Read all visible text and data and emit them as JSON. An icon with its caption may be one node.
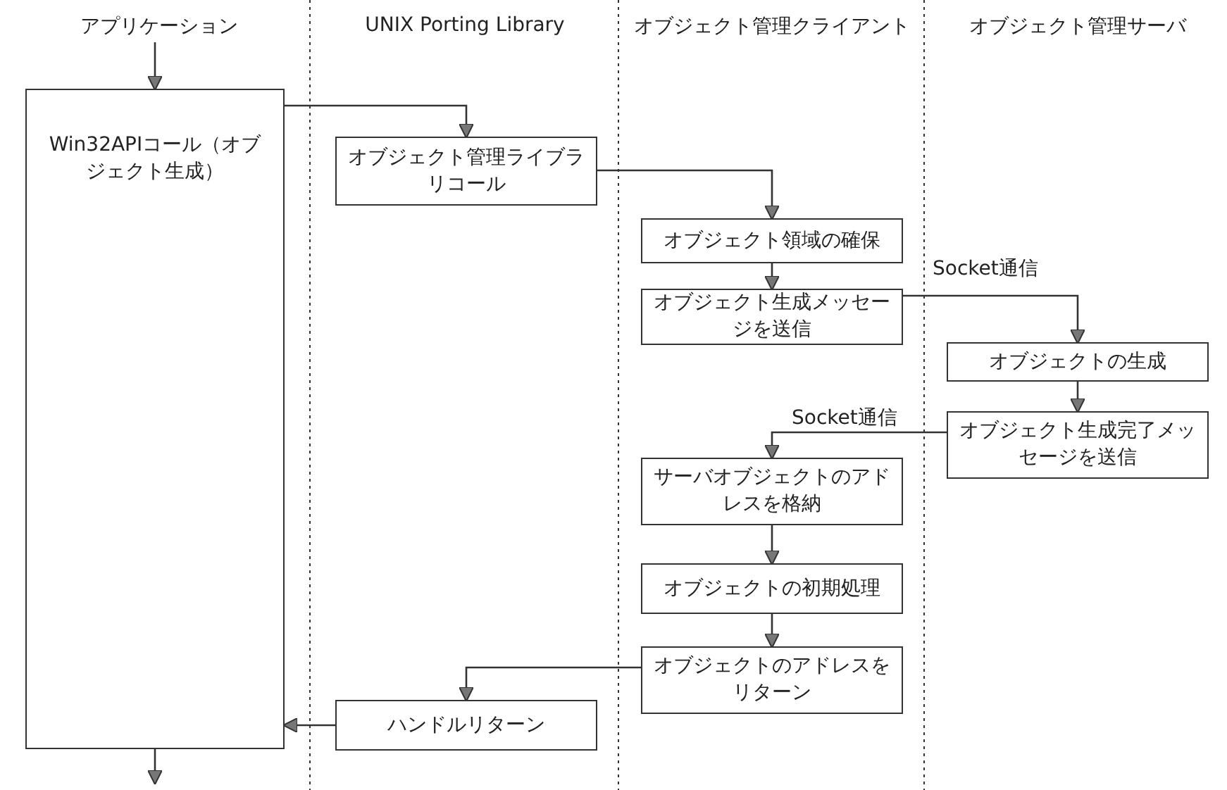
{
  "diagram": {
    "nodes": [
      {
        "text": [
          "アプリケーション"
        ]
      },
      {
        "text": [
          "Win32APIコール（オブジェクト生成）"
        ]
      },
      {
        "text": [
          "オブジェクト管理ライブラリコール"
        ]
      },
      {
        "text": [
          "オブジェクト領域の確保"
        ]
      },
      {
        "text": [
          "オブジェクト生成メッセージを送信"
        ]
      },
      {
        "text": [
          "オブジェクトの生成"
        ]
      },
      {
        "text": [
          "オブジェクト生成完了メッセージを送信"
        ]
      },
      {
        "text": [
          "サーバオブジェクトのアドレスを格納"
        ]
      },
      {
        "text": [
          "オブジェクトの初期処理"
        ]
      },
      {
        "text": [
          "オブジェクトのアドレスをリターン"
        ]
      },
      {
        "text": [
          "ハンドルリターン"
        ]
      }
    ],
    "edges": [
      {
        "from": 0,
        "to": 1,
        "arrow": "to"
      },
      {
        "from": 1,
        "to": 2,
        "arrow": "to"
      },
      {
        "from": 2,
        "to": 3,
        "arrow": "to"
      },
      {
        "from": 3,
        "to": 4,
        "arrow": "to"
      },
      {
        "from": 4,
        "to": 5,
        "arrow": "to",
        "label": "Socket通信"
      },
      {
        "from": 5,
        "to": 6,
        "arrow": "to"
      },
      {
        "from": 6,
        "to": 7,
        "arrow": "to",
        "label": "Socket通信"
      },
      {
        "from": 7,
        "to": 8,
        "arrow": "to"
      },
      {
        "from": 8,
        "to": 9,
        "arrow": "to"
      },
      {
        "from": 9,
        "to": 10,
        "arrow": "to"
      },
      {
        "from": 10,
        "to": 1,
        "arrow": "to"
      },
      {
        "from": 1,
        "to": null,
        "arrow": "to"
      }
    ],
    "labels": [
      "UNIX Porting Library",
      "オブジェクト管理クライアント",
      "オブジェクト管理サーバ"
    ]
  }
}
